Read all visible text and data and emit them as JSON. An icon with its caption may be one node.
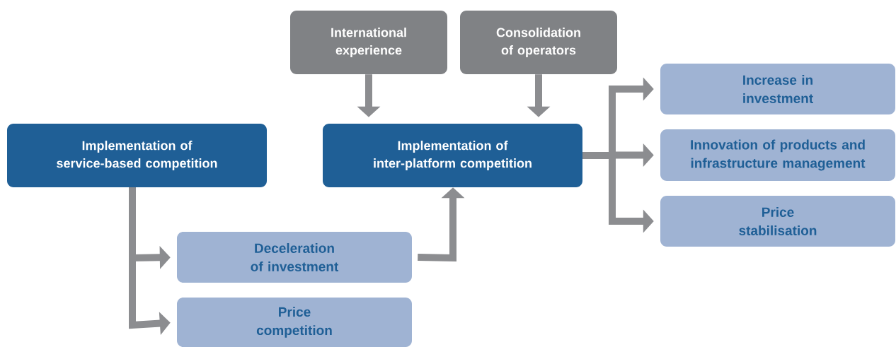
{
  "diagram": {
    "nodes": [
      {
        "text": [
          "International experience"
        ]
      },
      {
        "text": [
          "Consolidation of operators"
        ]
      },
      {
        "text": [
          "Implementation of service-based competition"
        ]
      },
      {
        "text": [
          "Implementation of inter-platform competition"
        ]
      },
      {
        "text": [
          "Increase in investment"
        ]
      },
      {
        "text": [
          "Innovation of products and infrastructure management"
        ]
      },
      {
        "text": [
          "Price stabilisation"
        ]
      },
      {
        "text": [
          "Deceleration of investment"
        ]
      },
      {
        "text": [
          "Price competition"
        ]
      }
    ],
    "edges": [
      {
        "from": 0,
        "to": 3,
        "arrow": "to"
      },
      {
        "from": 1,
        "to": 3,
        "arrow": "to"
      },
      {
        "from": 3,
        "to": 4,
        "arrow": "to"
      },
      {
        "from": 3,
        "to": 5,
        "arrow": "to"
      },
      {
        "from": 3,
        "to": 6,
        "arrow": "to"
      },
      {
        "from": 2,
        "to": 7,
        "arrow": "to"
      },
      {
        "from": 2,
        "to": 8,
        "arrow": "to"
      },
      {
        "from": 7,
        "to": 3,
        "arrow": "to"
      }
    ]
  }
}
